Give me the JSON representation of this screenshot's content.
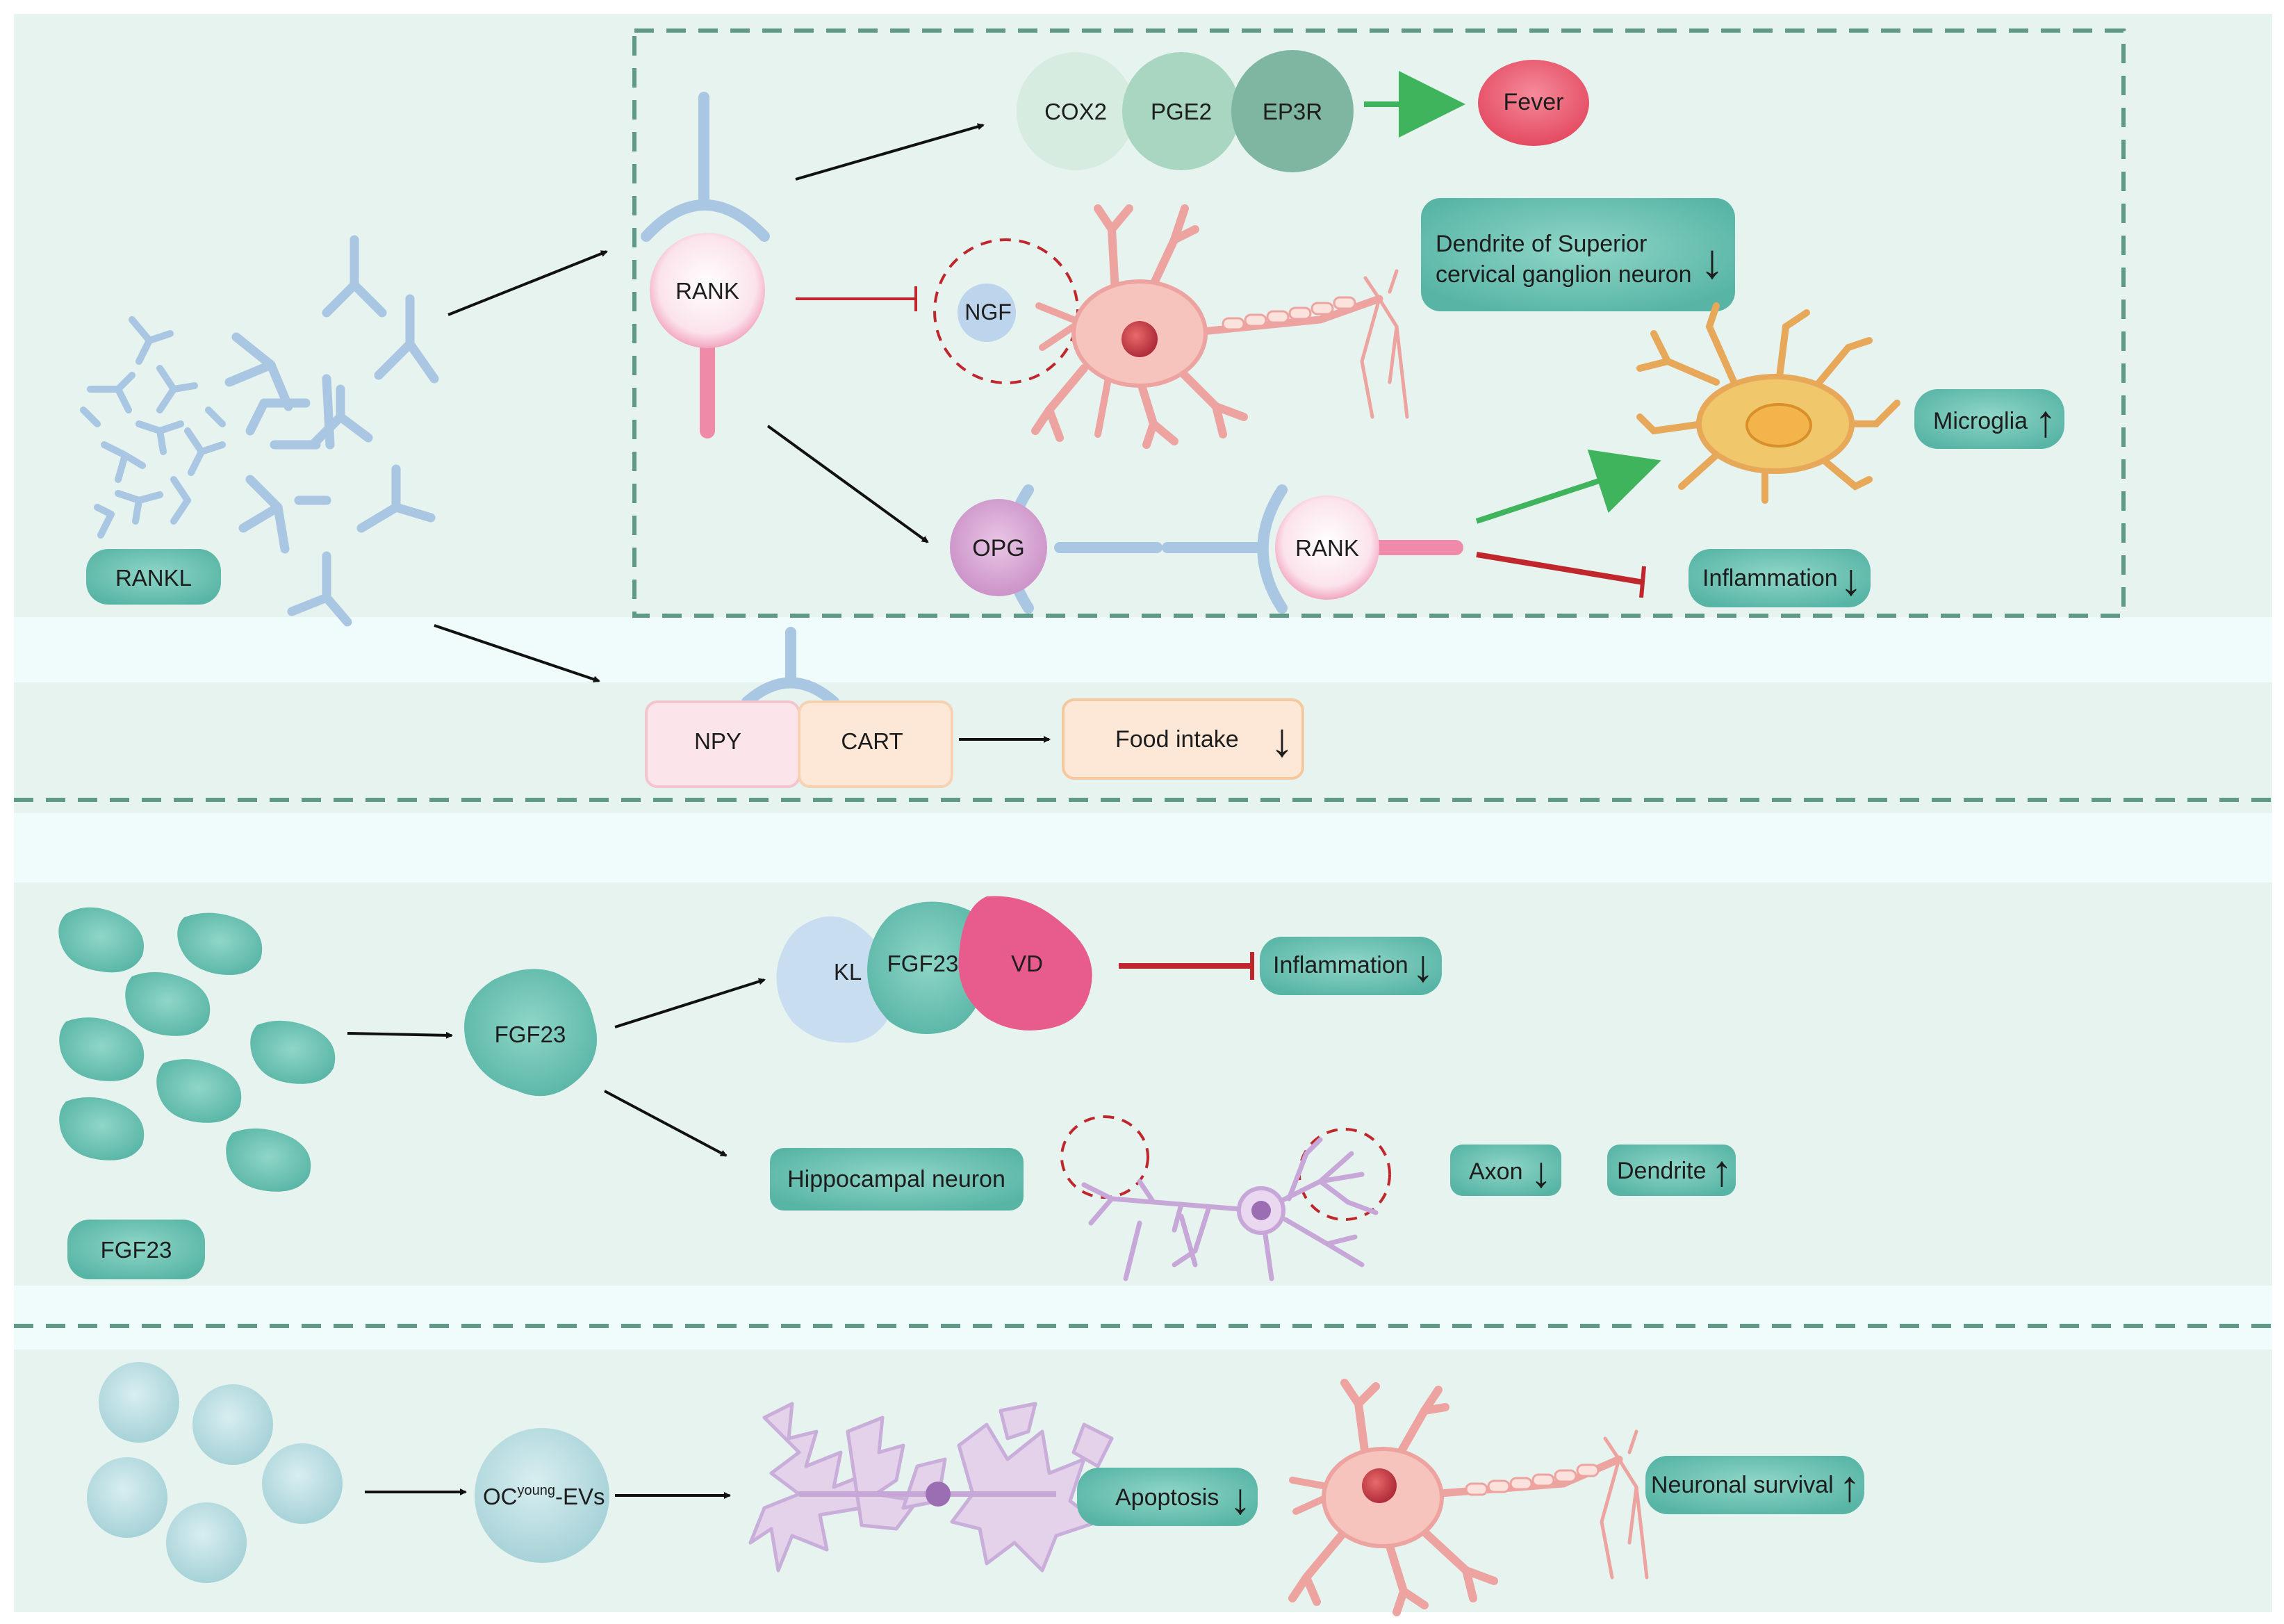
{
  "colors": {
    "panel": "#e6f3ef",
    "strip": "#effcfb",
    "teal": "#62bfb0",
    "teal_dark": "#4fa395",
    "receptor_blue": "#a9c6e2",
    "rank_pink": "#f5a6bf",
    "inhibit_red": "#c0272d",
    "activate_green": "#3fb45c",
    "fever_red": "#ec5e72",
    "dashed_border": "#5e9a85"
  },
  "section1": {
    "rankl_label": "RANKL",
    "rank_top": "RANK",
    "rank_bottom": "RANK",
    "cox2": "COX2",
    "pge2": "PGE2",
    "ep3r": "EP3R",
    "fever": "Fever",
    "ngf": "NGF",
    "dendrite_line1": "Dendrite of Superior",
    "dendrite_line2": "cervical ganglion neuron",
    "dendrite_arrow": "↓",
    "microglia": "Microglia",
    "microglia_arrow": "↑",
    "opg": "OPG",
    "inflammation": "Inflammation",
    "inflammation_arrow": "↓",
    "npy": "NPY",
    "cart": "CART",
    "food_intake": "Food intake",
    "food_arrow": "↓"
  },
  "section2": {
    "fgf23_label": "FGF23",
    "fgf23_center": "FGF23",
    "kl": "KL",
    "fgf23_complex": "FGF23",
    "vd": "VD",
    "inflammation": "Inflammation",
    "inflammation_arrow": "↓",
    "hippocampal": "Hippocampal neuron",
    "axon": "Axon",
    "axon_arrow": "↓",
    "dendrite": "Dendrite",
    "dendrite_arrow": "↑"
  },
  "section3": {
    "oc_main": "OC",
    "oc_sup": "young",
    "oc_tail": "-EVs",
    "apoptosis": "Apoptosis",
    "apoptosis_arrow": "↓",
    "survival": "Neuronal survival",
    "survival_arrow": "↑"
  }
}
